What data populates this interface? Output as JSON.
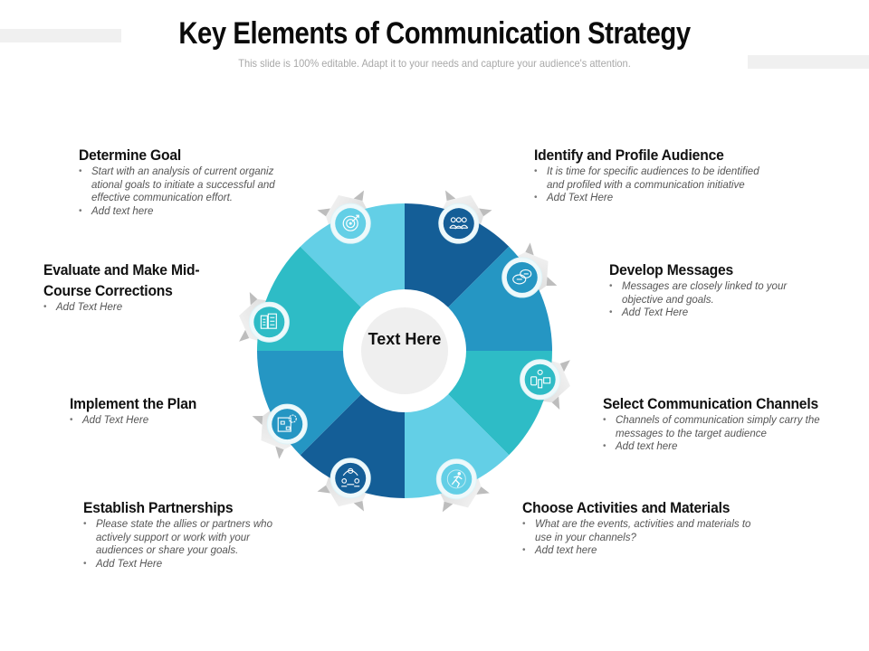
{
  "header": {
    "title": "Key Elements of Communication Strategy",
    "subtitle": "This slide is 100% editable. Adapt it to your needs and capture your audience's attention."
  },
  "center": {
    "label": "Text Here"
  },
  "colors": {
    "light_cyan": "#63CFE6",
    "navy": "#145E97",
    "medium_blue": "#2596C3",
    "teal": "#2EBCC6",
    "tab_gray": "#EDEDED",
    "center_gray": "#EFEFEF"
  },
  "elements": [
    {
      "title": "Determine Goal",
      "icon": "target-icon",
      "color": "#63CFE6",
      "bullets": [
        "Start with an analysis of current organiz ational goals to initiate a successful and effective communication effort.",
        "Add text here"
      ]
    },
    {
      "title": "Identify and Profile Audience",
      "icon": "audience-group-icon",
      "color": "#145E97",
      "bullets": [
        "It is time for specific audiences to be identified and profiled with a communication initiative",
        "Add Text Here"
      ]
    },
    {
      "title": "Develop Messages",
      "icon": "chat-bubbles-icon",
      "color": "#2596C3",
      "bullets": [
        "Messages are closely linked to your objective and goals.",
        "Add Text Here"
      ]
    },
    {
      "title": "Select Communication Channels",
      "icon": "channels-devices-icon",
      "color": "#2EBCC6",
      "bullets": [
        "Channels of communication simply carry the messages to the target audience",
        "Add text here"
      ]
    },
    {
      "title": "Choose Activities and Materials",
      "icon": "running-person-icon",
      "color": "#63CFE6",
      "bullets": [
        "What are the events, activities and materials to use in your channels?",
        "Add text here"
      ]
    },
    {
      "title": "Establish Partnerships",
      "icon": "partners-network-icon",
      "color": "#145E97",
      "bullets": [
        "Please state the allies or partners who actively support or work with your audiences or share your goals.",
        "Add Text Here"
      ]
    },
    {
      "title": "Implement the Plan",
      "icon": "plan-gear-icon",
      "color": "#2596C3",
      "bullets": [
        "Add Text Here"
      ]
    },
    {
      "title": "Evaluate and Make Mid-Course Corrections",
      "icon": "report-documents-icon",
      "color": "#2EBCC6",
      "bullets": [
        "Add Text Here"
      ]
    }
  ]
}
